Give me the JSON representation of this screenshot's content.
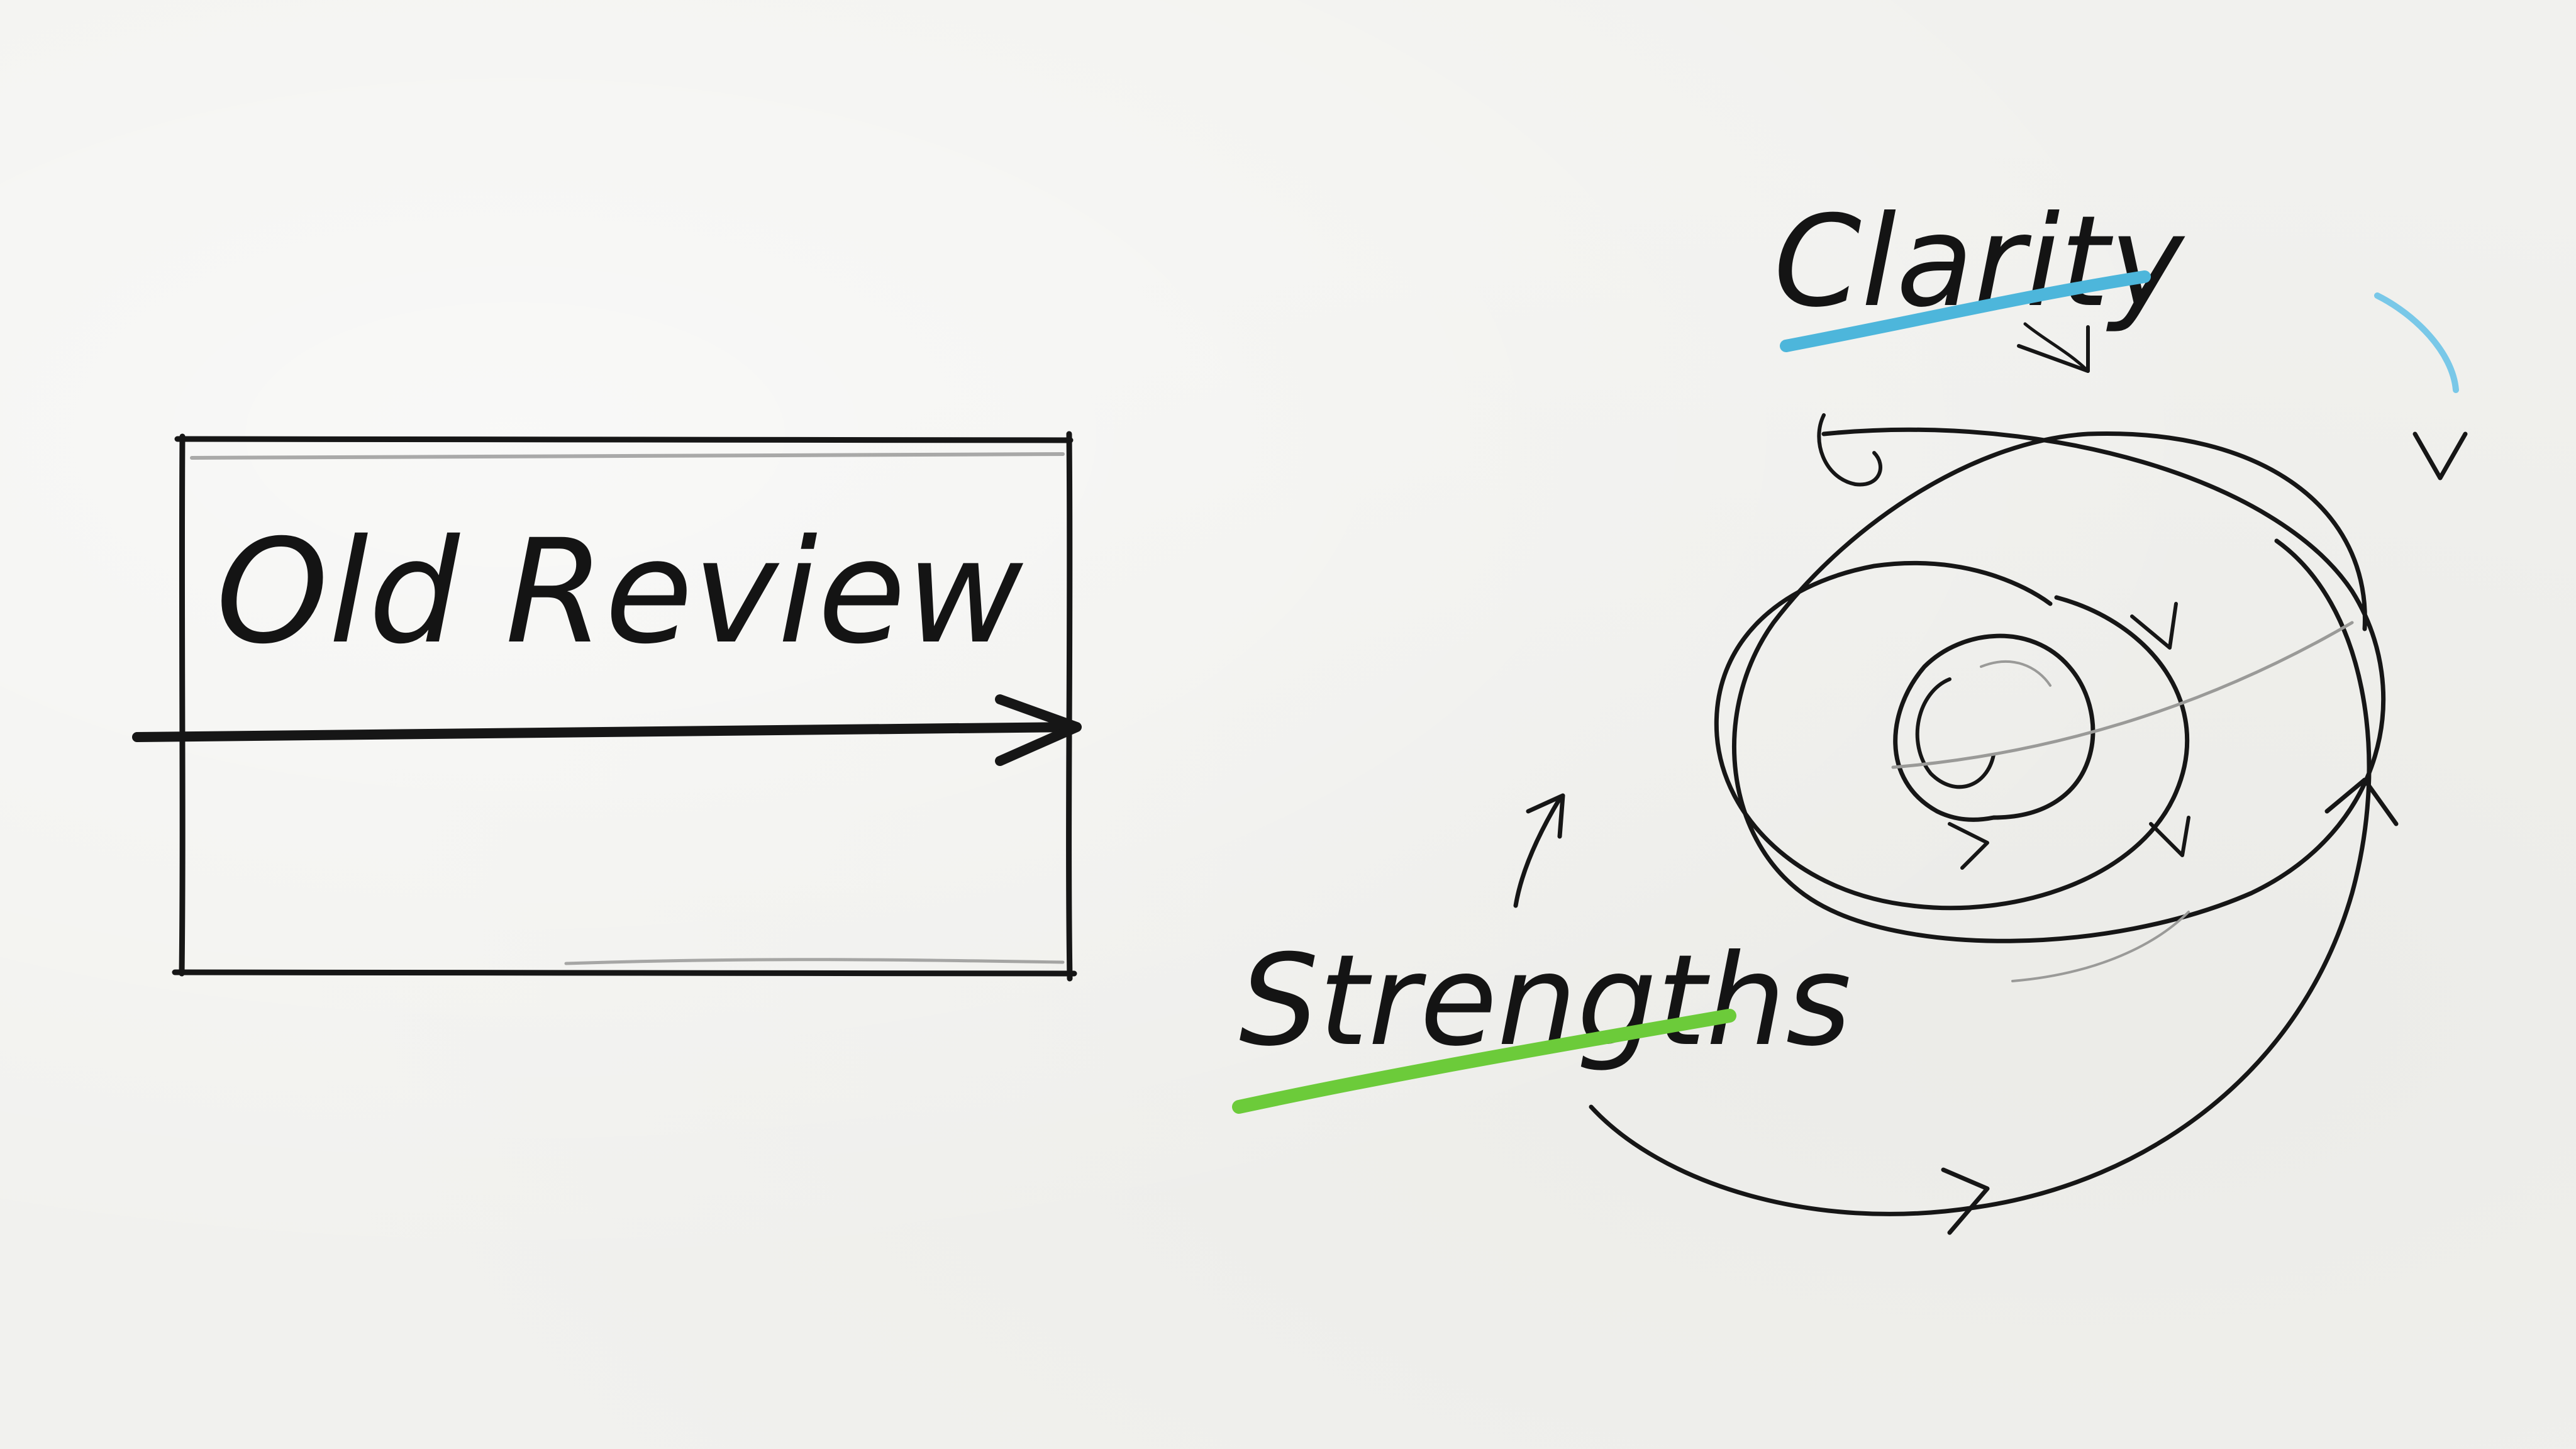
{
  "left": {
    "box_label": "Old Review"
  },
  "right": {
    "label_top": "Clarity",
    "label_bottom": "Strengths"
  },
  "colors": {
    "ink": "#161616",
    "clarity_underline": "#4db6db",
    "strengths_underline": "#6ccb3a",
    "paper": "#f1f1ee"
  }
}
